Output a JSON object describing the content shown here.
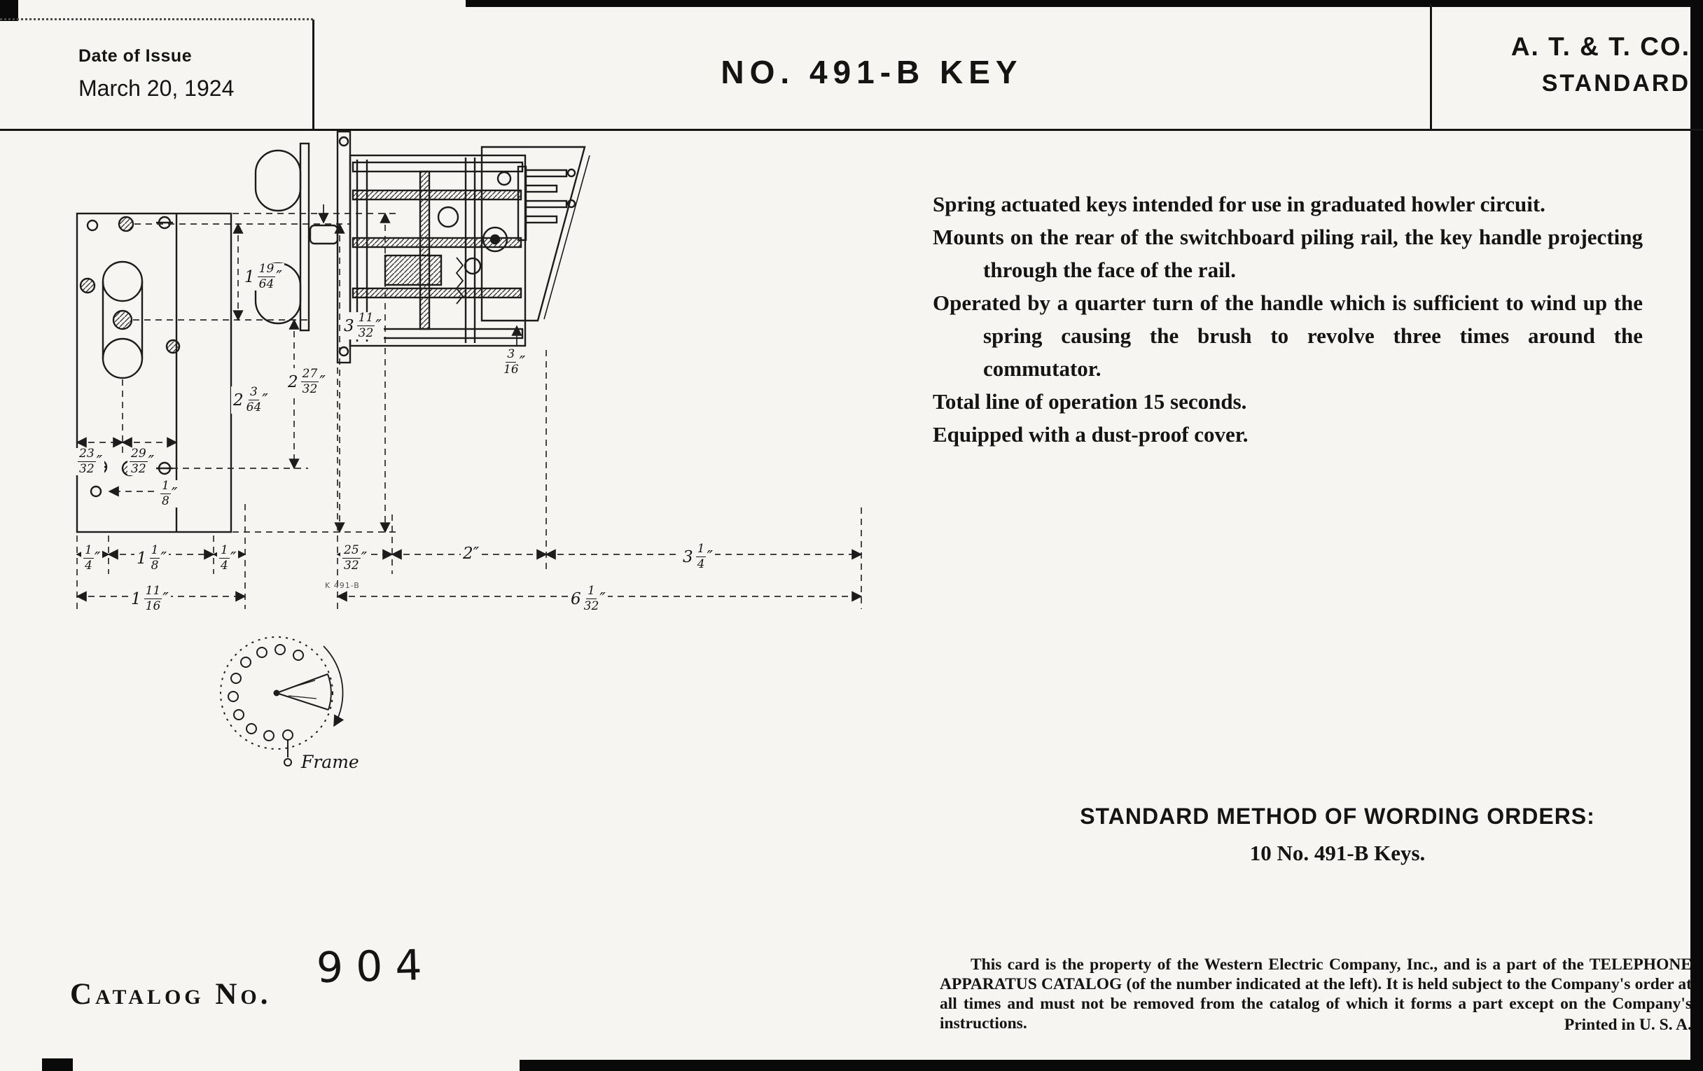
{
  "page": {
    "paper": "#f6f5f1",
    "ink": "#141414"
  },
  "header": {
    "date_label": "Date of Issue",
    "date_value": "March 20, 1924",
    "title": "NO. 491-B KEY",
    "company": "A. T. & T. CO.",
    "standard": "STANDARD"
  },
  "description": {
    "paragraphs": [
      "Spring actuated keys intended for use in graduated howler circuit.",
      "Mounts on the rear of the switchboard piling rail, the key handle projecting through the face of the rail.",
      "Operated by a quarter turn of the handle which is sufficient to wind up the spring causing the brush to revolve three times around the commutator.",
      "Total line of operation 15 seconds.",
      "Equipped with a dust-proof cover."
    ]
  },
  "orders": {
    "heading": "STANDARD METHOD OF WORDING ORDERS:",
    "example": "10 No. 491-B Keys."
  },
  "catalog": {
    "label": "Catalog No.",
    "number": "904"
  },
  "legal": {
    "text": "This card is the property of the Western Electric Company, Inc., and is a part of the TELEPHONE APPARATUS CATALOG (of the number indicated at the left).  It is held subject to the Company's order at all times and must not be removed from the catalog of which it forms a part except on the Company's instructions.",
    "printed": "Printed in U. S. A."
  },
  "drawing": {
    "frame_label": "Frame",
    "ref": "K 491-B",
    "dims": {
      "front_top_to_center": "1 19/64″",
      "front_overall_height": "3 11/32″",
      "front_inner_height": "2 27/32″",
      "front_center_to_hole": "2 3/64″",
      "front_offset_left": "23/32″",
      "front_offset_right": "29/32″",
      "front_hole_edge": "1/8″",
      "front_bottom_left": "1/4″",
      "front_bottom_middle": "1 1/8″",
      "front_bottom_right": "1/4″",
      "front_overall_width": "1 11/16″",
      "side_shaft": "3/16″",
      "side_seg_1": "25/32″",
      "side_seg_2": "2″",
      "side_seg_3": "3 1/4″",
      "side_overall": "6 1/32″"
    }
  }
}
